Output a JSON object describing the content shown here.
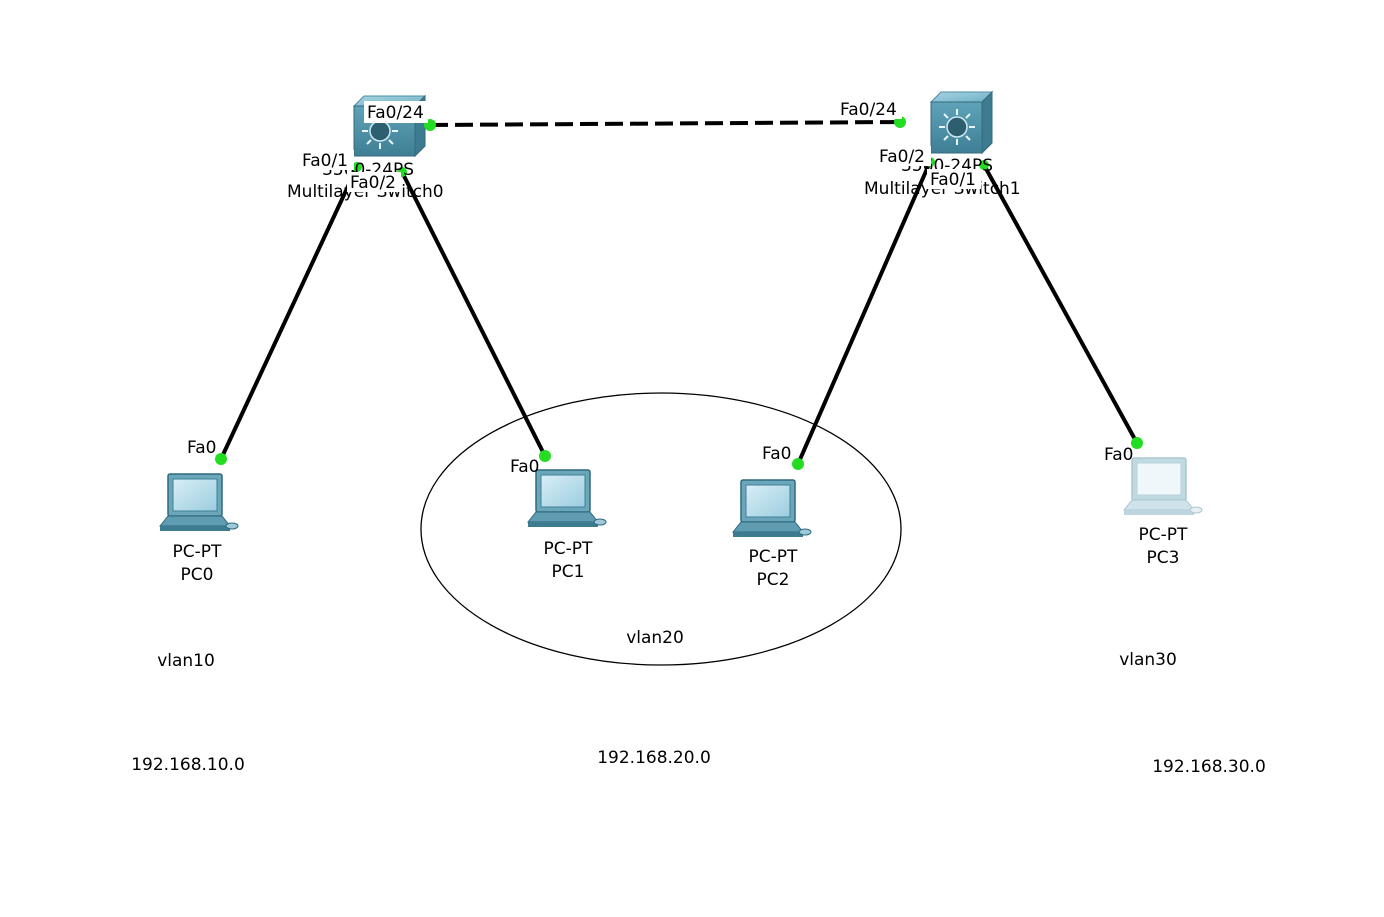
{
  "devices": {
    "switch0": {
      "model_partial": "3560-24PS",
      "name": "Multilayer Switch0",
      "name_visible": "Multila          witch0"
    },
    "switch1": {
      "model_partial": "3560-24PS",
      "name": "Multilayer Switch1",
      "name_visible": "Multila          witch1"
    },
    "pc0": {
      "model": "PC-PT",
      "name": "PC0"
    },
    "pc1": {
      "model": "PC-PT",
      "name": "PC1"
    },
    "pc2": {
      "model": "PC-PT",
      "name": "PC2"
    },
    "pc3": {
      "model": "PC-PT",
      "name": "PC3"
    }
  },
  "ports": {
    "sw0_trunk": "Fa0/24",
    "sw1_trunk": "Fa0/24",
    "sw0_pc0": "Fa0/1",
    "sw0_pc1": "Fa0/2",
    "sw1_pc2": "Fa0/2",
    "sw1_pc3": "Fa0/1",
    "pc0": "Fa0",
    "pc1": "Fa0",
    "pc2": "Fa0",
    "pc3": "Fa0"
  },
  "annotations": {
    "vlan10": "vlan10",
    "vlan20": "vlan20",
    "vlan30": "vlan30",
    "net10": "192.168.10.0",
    "net20": "192.168.20.0",
    "net30": "192.168.30.0"
  },
  "colors": {
    "link": "#000000",
    "port_up": "#22dd22",
    "switch_face": "#5b9fb4",
    "pc_screen": "#8ec8de"
  }
}
